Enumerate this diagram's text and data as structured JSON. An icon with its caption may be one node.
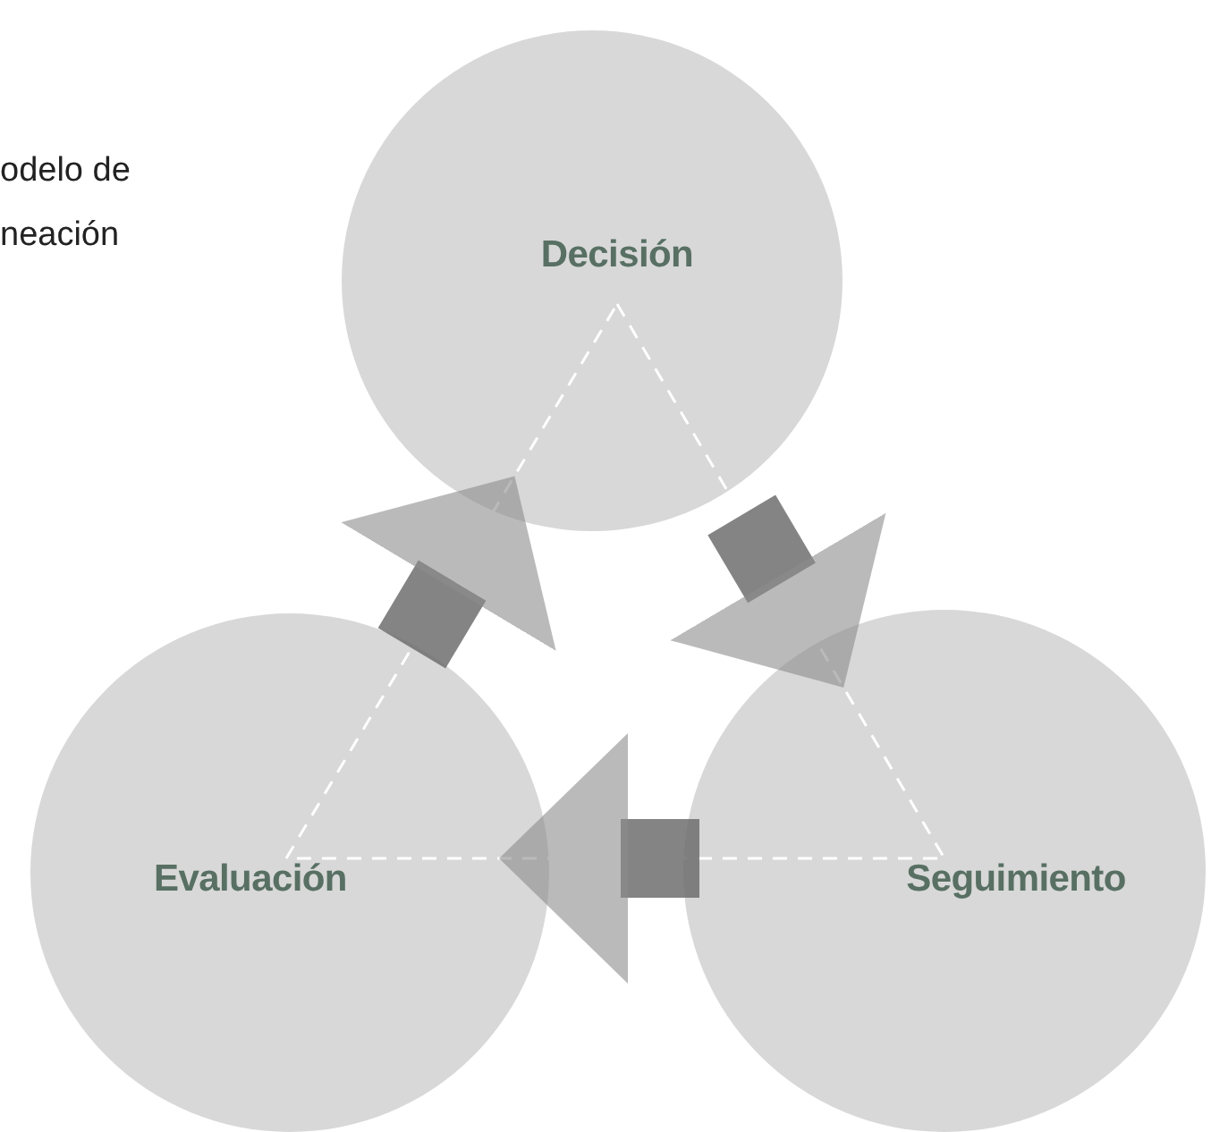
{
  "diagram": {
    "nodes": [
      {
        "text": [
          "Decisión"
        ]
      },
      {
        "text": [
          "Seguimiento"
        ]
      },
      {
        "text": [
          "Evaluación"
        ]
      }
    ],
    "edges": [
      {
        "from": 0,
        "to": 1,
        "arrow": "to"
      },
      {
        "from": 1,
        "to": 2,
        "arrow": "to"
      },
      {
        "from": 2,
        "to": 0,
        "arrow": "to"
      }
    ],
    "labels": [
      "odelo de neación"
    ]
  }
}
